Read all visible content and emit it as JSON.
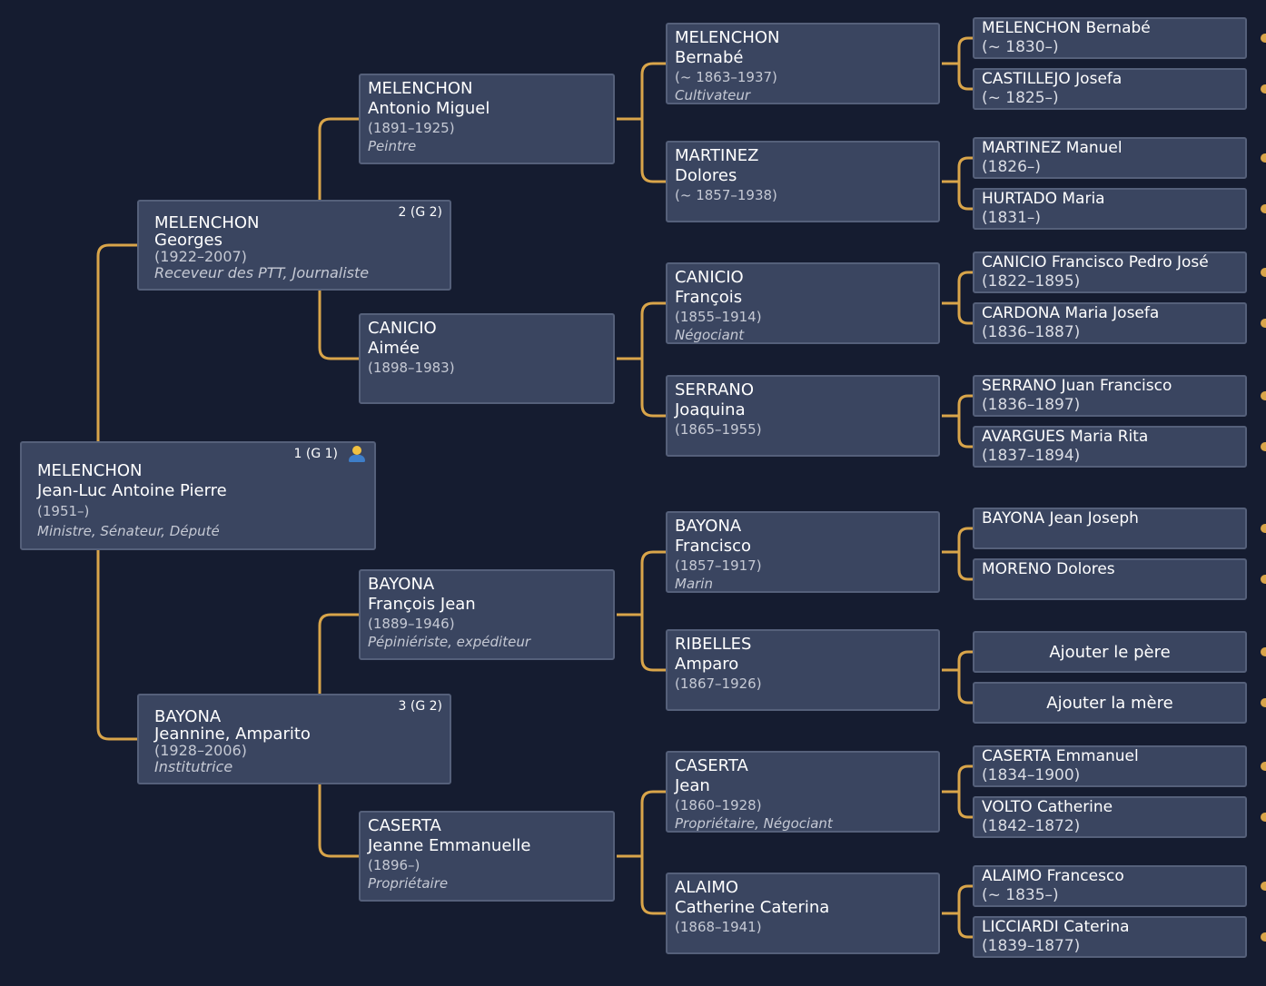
{
  "colors": {
    "background": "#151c30",
    "card": "#3a4560",
    "card_border": "#55607a",
    "connector": "#d9a54a"
  },
  "root": {
    "surname": "MELENCHON",
    "given": "Jean-Luc Antoine Pierre",
    "dates": "(1951–)",
    "occupation": "Ministre, Sénateur, Député",
    "badge": "1 (G 1)",
    "icon": "person-icon"
  },
  "father": {
    "surname": "MELENCHON",
    "given": "Georges",
    "dates": "(1922–2007)",
    "occupation": "Receveur des PTT, Journaliste",
    "badge": "2 (G 2)"
  },
  "mother": {
    "surname": "BAYONA",
    "given": "Jeannine, Amparito",
    "dates": "(1928–2006)",
    "occupation": "Institutrice",
    "badge": "3 (G 2)"
  },
  "gen3": [
    {
      "surname": "MELENCHON",
      "given": "Antonio Miguel",
      "dates": "(1891–1925)",
      "occupation": "Peintre"
    },
    {
      "surname": "CANICIO",
      "given": "Aimée",
      "dates": "(1898–1983)",
      "occupation": ""
    },
    {
      "surname": "BAYONA",
      "given": "François Jean",
      "dates": "(1889–1946)",
      "occupation": "Pépiniériste, expéditeur"
    },
    {
      "surname": "CASERTA",
      "given": "Jeanne Emmanuelle",
      "dates": "(1896–)",
      "occupation": "Propriétaire"
    }
  ],
  "gen4": [
    {
      "surname": "MELENCHON",
      "given": "Bernabé",
      "dates": "(~ 1863–1937)",
      "occupation": "Cultivateur"
    },
    {
      "surname": "MARTINEZ",
      "given": "Dolores",
      "dates": "(~ 1857–1938)",
      "occupation": ""
    },
    {
      "surname": "CANICIO",
      "given": "François",
      "dates": "(1855–1914)",
      "occupation": "Négociant"
    },
    {
      "surname": "SERRANO",
      "given": "Joaquina",
      "dates": "(1865–1955)",
      "occupation": ""
    },
    {
      "surname": "BAYONA",
      "given": "Francisco",
      "dates": "(1857–1917)",
      "occupation": "Marin"
    },
    {
      "surname": "RIBELLES",
      "given": "Amparo",
      "dates": "(1867–1926)",
      "occupation": ""
    },
    {
      "surname": "CASERTA",
      "given": "Jean",
      "dates": "(1860–1928)",
      "occupation": "Propriétaire, Négociant"
    },
    {
      "surname": "ALAIMO",
      "given": "Catherine Caterina",
      "dates": "(1868–1941)",
      "occupation": ""
    }
  ],
  "gen5": [
    {
      "name": "MELENCHON Bernabé",
      "dates": "(~ 1830–)"
    },
    {
      "name": "CASTILLEJO Josefa",
      "dates": "(~ 1825–)"
    },
    {
      "name": "MARTINEZ Manuel",
      "dates": "(1826–)"
    },
    {
      "name": "HURTADO Maria",
      "dates": "(1831–)"
    },
    {
      "name": "CANICIO Francisco Pedro José",
      "dates": "(1822–1895)"
    },
    {
      "name": "CARDONA Maria Josefa",
      "dates": "(1836–1887)"
    },
    {
      "name": "SERRANO Juan Francisco",
      "dates": "(1836–1897)"
    },
    {
      "name": "AVARGUES Maria Rita",
      "dates": "(1837–1894)"
    },
    {
      "name": "BAYONA Jean Joseph",
      "dates": ""
    },
    {
      "name": "MORENO Dolores",
      "dates": ""
    },
    {
      "name": "",
      "dates": "",
      "add_label": "Ajouter le père"
    },
    {
      "name": "",
      "dates": "",
      "add_label": "Ajouter la mère"
    },
    {
      "name": "CASERTA Emmanuel",
      "dates": "(1834–1900)"
    },
    {
      "name": "VOLTO Catherine",
      "dates": "(1842–1872)"
    },
    {
      "name": "ALAIMO Francesco",
      "dates": "(~ 1835–)"
    },
    {
      "name": "LICCIARDI Caterina",
      "dates": "(1839–1877)"
    }
  ]
}
